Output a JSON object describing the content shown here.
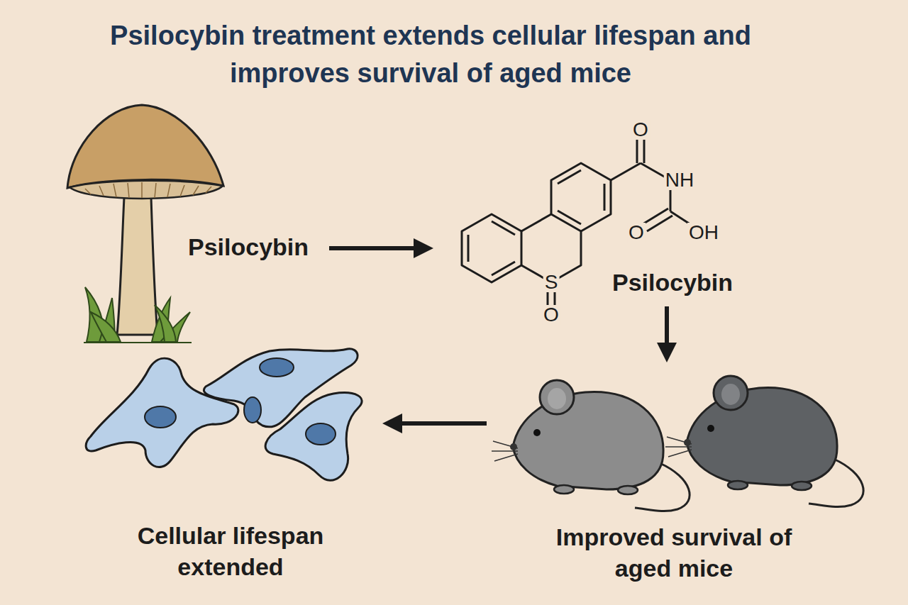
{
  "diagram": {
    "title": "Psilocybin treatment extends cellular lifespan and improves survival of aged mice",
    "nodes": [
      {
        "text": [
          "Psilocybin"
        ]
      },
      {
        "text": [
          "Psilocybin"
        ]
      },
      {
        "text": [
          "Improved survival of aged mice"
        ]
      },
      {
        "text": [
          "Cellular lifespan extended"
        ]
      }
    ],
    "edges": [
      {
        "from": 0,
        "to": 1,
        "arrow": "to"
      },
      {
        "from": 1,
        "to": 2,
        "arrow": "to"
      },
      {
        "from": 2,
        "to": 3,
        "arrow": "to"
      }
    ],
    "labels": [
      "O",
      "NH",
      "O",
      "OH",
      "S",
      "O"
    ]
  }
}
